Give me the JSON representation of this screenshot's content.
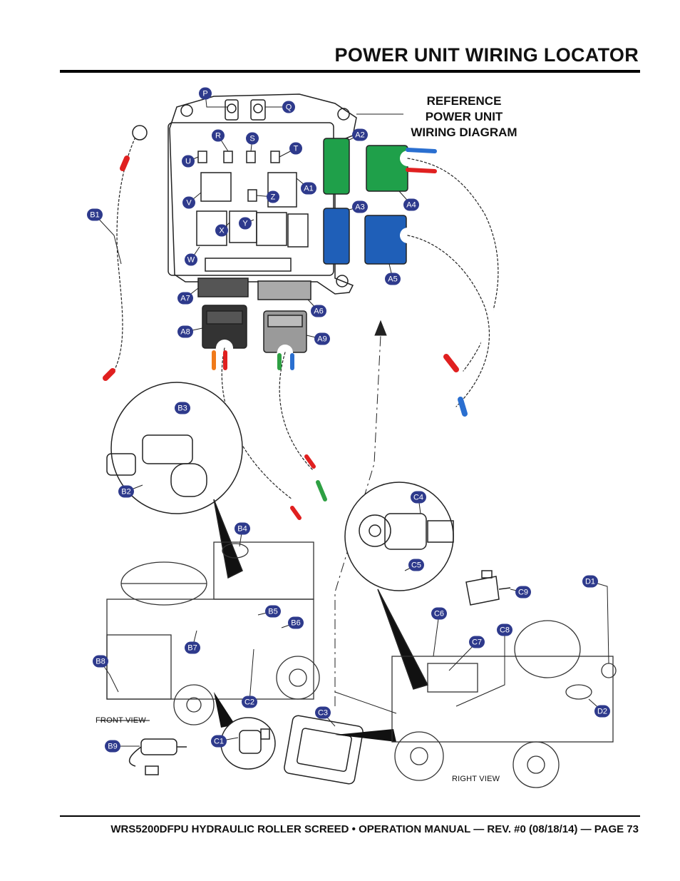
{
  "header": {
    "title": "POWER UNIT WIRING LOCATOR"
  },
  "reference_label": [
    "REFERENCE",
    "POWER UNIT",
    "WIRING DIAGRAM"
  ],
  "views": {
    "front": "FRONT VIEW",
    "right": "RIGHT VIEW"
  },
  "footer": {
    "text": "WRS5200DFPU HYDRAULIC ROLLER SCREED • OPERATION MANUAL — REV. #0 (08/18/14) — PAGE 73"
  },
  "callouts": {
    "P": "P",
    "Q": "Q",
    "R": "R",
    "S": "S",
    "T": "T",
    "U": "U",
    "V": "V",
    "W": "W",
    "X": "X",
    "Y": "Y",
    "Z": "Z",
    "A1": "A1",
    "A2": "A2",
    "A3": "A3",
    "A4": "A4",
    "A5": "A5",
    "A6": "A6",
    "A7": "A7",
    "A8": "A8",
    "A9": "A9",
    "B1": "B1",
    "B2": "B2",
    "B3": "B3",
    "B4": "B4",
    "B5": "B5",
    "B6": "B6",
    "B7": "B7",
    "B8": "B8",
    "B9": "B9",
    "C1": "C1",
    "C2": "C2",
    "C3": "C3",
    "C4": "C4",
    "C5": "C5",
    "C6": "C6",
    "C7": "C7",
    "C8": "C8",
    "C9": "C9",
    "D1": "D1",
    "D2": "D2"
  },
  "colors": {
    "callout_fill": "#2e3a8c",
    "connector_green": "#1fa04a",
    "connector_blue": "#1f5fb8",
    "wire_red": "#e02020",
    "wire_blue": "#2a6fd0",
    "wire_green": "#2ea043",
    "wire_orange": "#f07a1a"
  }
}
